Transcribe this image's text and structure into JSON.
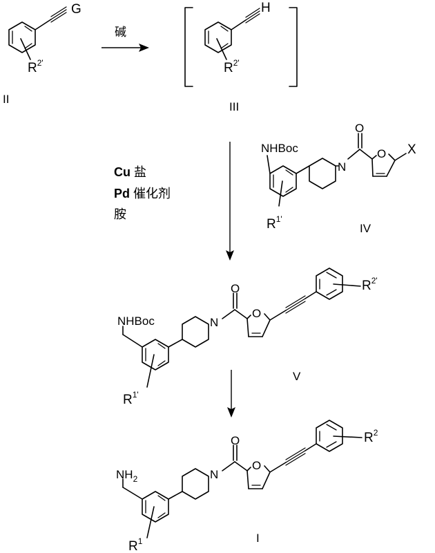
{
  "compounds": {
    "II": {
      "label": "II",
      "substituent_G": "G",
      "substituent_R": "R",
      "substituent_R_sup": "2'"
    },
    "III": {
      "label": "III",
      "terminal_H": "H",
      "substituent_R": "R",
      "substituent_R_sup": "2'"
    },
    "IV": {
      "label": "IV",
      "amine_group": "NHBoc",
      "ring_N": "N",
      "carbonyl_O": "O",
      "furan_O": "O",
      "substituent_X": "X",
      "substituent_R": "R",
      "substituent_R_sup": "1'"
    },
    "V": {
      "label": "V",
      "amine_group": "NHBoc",
      "ring_N": "N",
      "carbonyl_O": "O",
      "furan_O": "O",
      "substituent_R1": "R",
      "substituent_R1_sup": "1'",
      "substituent_R2": "R",
      "substituent_R2_sup": "2'"
    },
    "I": {
      "label": "I",
      "amine_group": "NH",
      "amine_sub": "2",
      "ring_N": "N",
      "carbonyl_O": "O",
      "furan_O": "O",
      "substituent_R1": "R",
      "substituent_R1_sup": "1",
      "substituent_R2": "R",
      "substituent_R2_sup": "2"
    }
  },
  "reagents": {
    "step1": {
      "base": "碱"
    },
    "step2": {
      "line1_bold": "Cu",
      "line1_rest": " 盐",
      "line2_bold": "Pd",
      "line2_rest": " 催化剂",
      "line3": "胺"
    }
  }
}
